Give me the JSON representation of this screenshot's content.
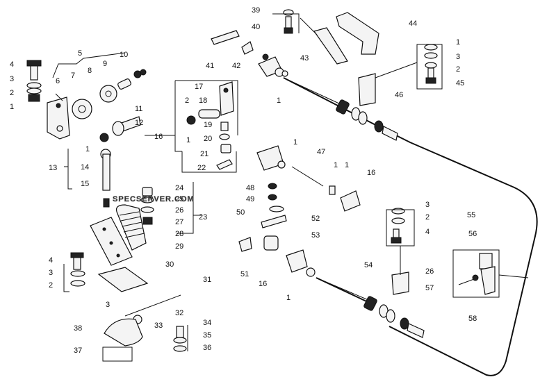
{
  "watermark": "SPECSERVER.COM",
  "callouts": {
    "c1a": "1",
    "c1b": "1",
    "c1c": "1",
    "c1d": "1",
    "c1e": "1",
    "c1f": "1",
    "c1g": "1",
    "c1h": "1",
    "c1i": "1",
    "c2a": "2",
    "c2b": "2",
    "c2c": "2",
    "c2d": "2",
    "c2e": "2",
    "c3a": "3",
    "c3b": "3",
    "c3c": "3",
    "c3d": "3",
    "c3e": "3",
    "c4a": "4",
    "c4b": "4",
    "c4c": "4",
    "c5": "5",
    "c6": "6",
    "c7": "7",
    "c8": "8",
    "c9": "9",
    "c10": "10",
    "c11": "11",
    "c12": "12",
    "c13": "13",
    "c14": "14",
    "c15": "15",
    "c16a": "16",
    "c16b": "16",
    "c16c": "16",
    "c17": "17",
    "c18": "18",
    "c19": "19",
    "c20": "20",
    "c21": "21",
    "c22": "22",
    "c23": "23",
    "c24": "24",
    "c25": "25",
    "c26a": "26",
    "c26b": "26",
    "c27": "27",
    "c28": "28",
    "c29": "29",
    "c30": "30",
    "c31": "31",
    "c32": "32",
    "c33": "33",
    "c34": "34",
    "c35": "35",
    "c36": "36",
    "c37": "37",
    "c38": "38",
    "c39": "39",
    "c40": "40",
    "c41": "41",
    "c42": "42",
    "c43": "43",
    "c44": "44",
    "c45": "45",
    "c46": "46",
    "c47": "47",
    "c48": "48",
    "c49": "49",
    "c50": "50",
    "c51": "51",
    "c52": "52",
    "c53": "53",
    "c54": "54",
    "c55": "55",
    "c56": "56",
    "c57": "57",
    "c58": "58"
  }
}
